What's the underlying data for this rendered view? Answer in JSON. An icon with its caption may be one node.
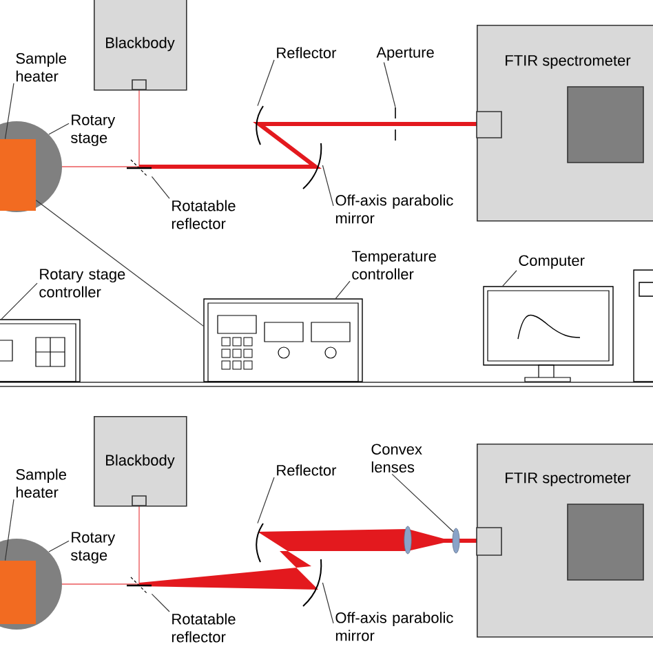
{
  "diagram": {
    "nodes": [
      {
        "text": [
          "Blackbody"
        ]
      },
      {
        "text": [
          "Sample heater"
        ]
      },
      {
        "text": [],
        "shape": "box",
        "in": 4
      },
      {
        "text": [
          "Rotary stage"
        ]
      },
      {
        "text": [],
        "shape": "circle"
      },
      {
        "text": [
          "Rotatable reflector"
        ]
      },
      {
        "text": [],
        "shape": "bar"
      },
      {
        "text": [
          "Reflector"
        ]
      },
      {
        "text": [],
        "shape": "arc"
      },
      {
        "text": [
          "Aperture"
        ]
      },
      {
        "text": [],
        "shape": "bar"
      },
      {
        "text": [
          "Off-axis parabolic mirror"
        ]
      },
      {
        "text": [],
        "shape": "arc"
      },
      {
        "text": [
          "FTIR spectrometer"
        ]
      },
      {
        "text": [
          "Rotary stage controller"
        ]
      },
      {
        "text": [],
        "shape": "box"
      },
      {
        "text": [
          "Temperature controller"
        ]
      },
      {
        "text": [],
        "shape": "box"
      },
      {
        "text": [
          "Computer"
        ]
      },
      {
        "text": [],
        "shape": "monitor"
      },
      {
        "text": [
          "Blackbody"
        ]
      },
      {
        "text": [
          "Sample heater"
        ]
      },
      {
        "text": [],
        "shape": "box",
        "in": 24
      },
      {
        "text": [
          "Rotary stage"
        ]
      },
      {
        "text": [],
        "shape": "circle"
      },
      {
        "text": [
          "Rotatable reflector"
        ]
      },
      {
        "text": [],
        "shape": "bar"
      },
      {
        "text": [
          "Reflector"
        ]
      },
      {
        "text": [],
        "shape": "arc"
      },
      {
        "text": [
          "Convex lenses"
        ]
      },
      {
        "text": [],
        "shape": "ellipse"
      },
      {
        "text": [
          "Off-axis parabolic mirror"
        ]
      },
      {
        "text": [],
        "shape": "arc"
      },
      {
        "text": [
          "FTIR spectrometer"
        ]
      }
    ],
    "edges": [
      {
        "from": 1,
        "to": 2,
        "arrow": "none"
      },
      {
        "from": 3,
        "to": 4,
        "arrow": "none"
      },
      {
        "from": 5,
        "to": 6,
        "arrow": "none"
      },
      {
        "from": 7,
        "to": 8,
        "arrow": "none"
      },
      {
        "from": 9,
        "to": 10,
        "arrow": "none"
      },
      {
        "from": 11,
        "to": 12,
        "arrow": "none"
      },
      {
        "from": 14,
        "to": 15,
        "arrow": "none"
      },
      {
        "from": 16,
        "to": 17,
        "arrow": "none"
      },
      {
        "from": 18,
        "to": 19,
        "arrow": "none"
      },
      {
        "from": 2,
        "to": 17,
        "arrow": "none"
      },
      {
        "from": 21,
        "to": 22,
        "arrow": "none"
      },
      {
        "from": 23,
        "to": 24,
        "arrow": "none"
      },
      {
        "from": 25,
        "to": 26,
        "arrow": "none"
      },
      {
        "from": 27,
        "to": 28,
        "arrow": "none"
      },
      {
        "from": 29,
        "to": 30,
        "arrow": "none"
      },
      {
        "from": 31,
        "to": 32,
        "arrow": "none"
      }
    ]
  }
}
